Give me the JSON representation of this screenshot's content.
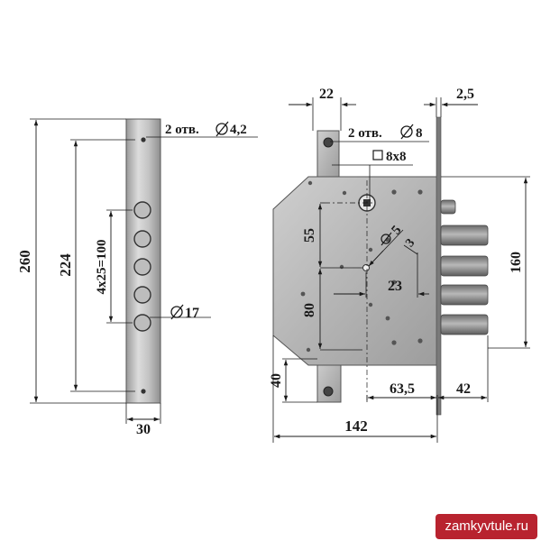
{
  "strike_plate": {
    "dim_height": "260",
    "dim_hole_spacing": "224",
    "dim_bolt_pitch": "4x25=100",
    "dim_width": "30",
    "label_holes": "2 отв.",
    "label_hole_diameter": "4,2",
    "label_bolt_diameter": "17"
  },
  "lock_body": {
    "dim_faceplate_offset": "22",
    "dim_faceplate_thickness": "2,5",
    "label_holes": "2 отв.",
    "label_hole_diameter": "8",
    "label_spindle": "8x8",
    "dim_key_hole_diameter": "5",
    "dim_key_slot": "3",
    "dim_55": "55",
    "dim_23": "23",
    "dim_80": "80",
    "dim_160": "160",
    "dim_40": "40",
    "dim_backset": "63,5",
    "dim_bolt_projection": "42",
    "dim_width": "142"
  },
  "watermark": "zamkyvtule.ru",
  "colors": {
    "metal_light": "#d6d6d6",
    "metal_dark": "#8a8a8a",
    "line": "#1a1a1a",
    "watermark_bg": "#b8232f"
  }
}
